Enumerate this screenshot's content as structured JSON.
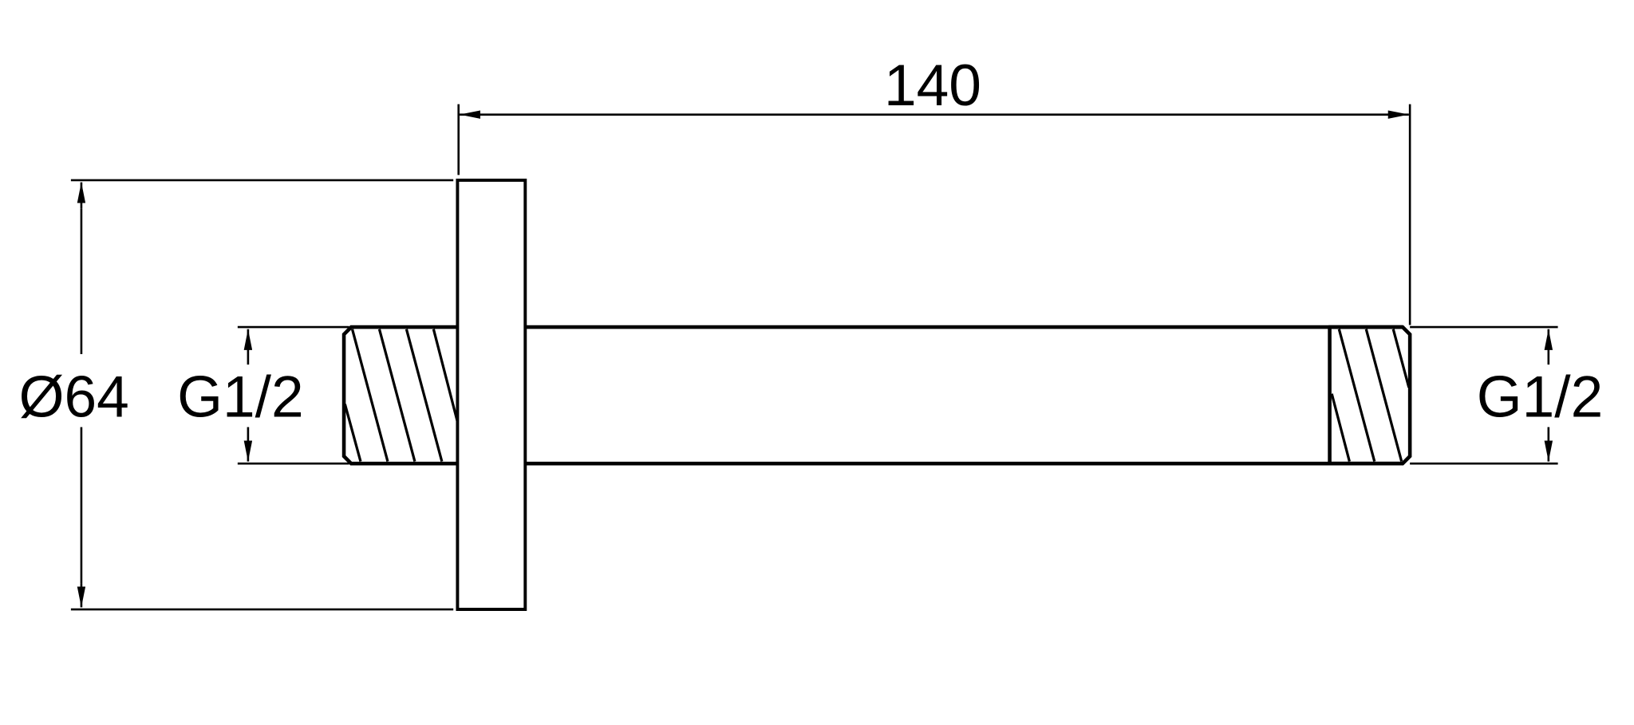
{
  "dimensions": {
    "length": "140",
    "flange_diameter": "Ø64",
    "thread_left": "G1/2",
    "thread_right": "G1/2"
  },
  "colors": {
    "line": "#000000",
    "background": "#ffffff"
  }
}
